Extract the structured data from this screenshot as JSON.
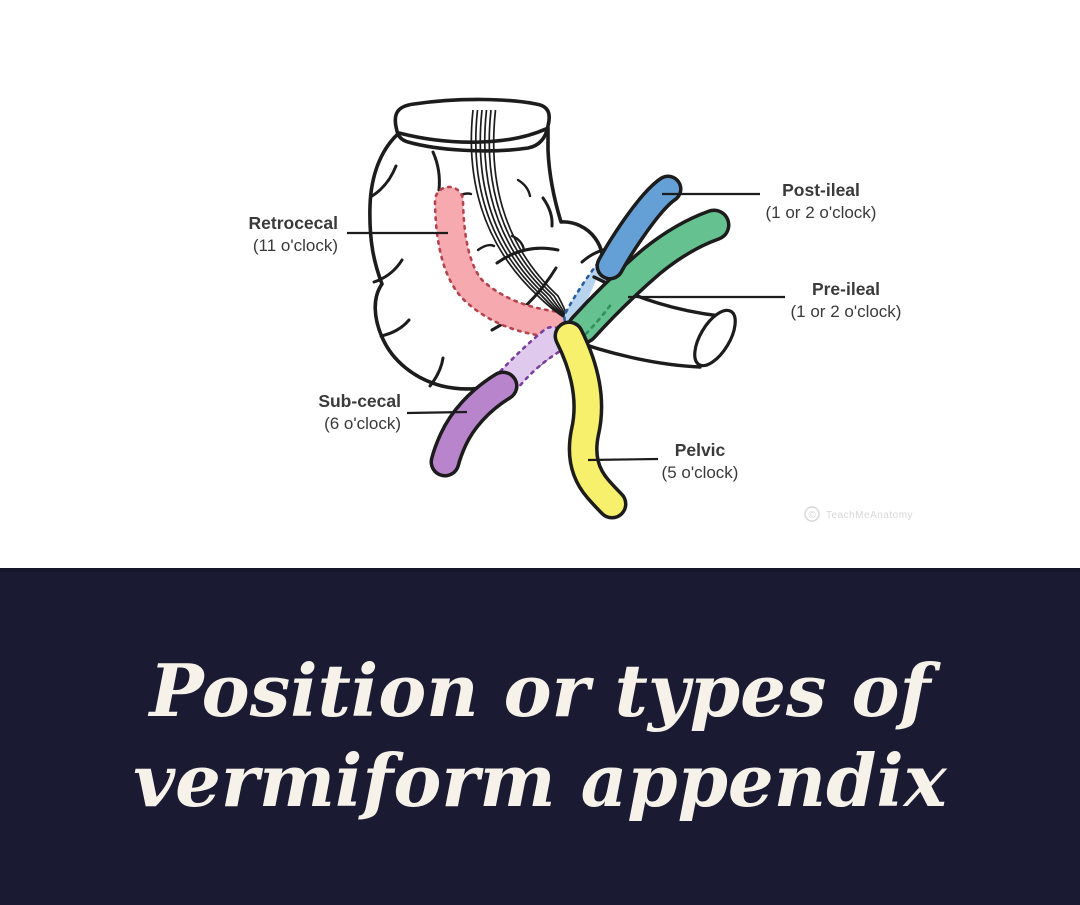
{
  "diagram": {
    "labels": {
      "retrocecal": {
        "name": "Retrocecal",
        "time": "(11 o'clock)"
      },
      "post_ileal": {
        "name": "Post-ileal",
        "time": "(1 or 2 o'clock)"
      },
      "pre_ileal": {
        "name": "Pre-ileal",
        "time": "(1 or 2 o'clock)"
      },
      "sub_cecal": {
        "name": "Sub-cecal",
        "time": "(6 o'clock)"
      },
      "pelvic": {
        "name": "Pelvic",
        "time": "(5 o'clock)"
      }
    },
    "colors": {
      "retrocecal_fill": "#f6a9ae",
      "retrocecal_dash": "#b5434e",
      "post_ileal_fill": "#64a0d6",
      "post_ileal_hidden_fill": "#b7d3ee",
      "post_ileal_dash": "#2a5d9f",
      "pre_ileal_fill": "#66c190",
      "pre_ileal_dash": "#2f8f5f",
      "sub_cecal_fill": "#b884cb",
      "sub_cecal_hidden_fill": "#dfc9ec",
      "sub_cecal_dash": "#7b3fa0",
      "pelvic_fill": "#f7f06d",
      "outline": "#1c1c1c",
      "label_text": "#3a3a3a"
    },
    "watermark": {
      "symbol": "©",
      "text": "TeachMeAnatomy"
    }
  },
  "banner": {
    "title_line1": "Position or types of",
    "title_line2": "vermiform appendix",
    "background": "#1a1a33",
    "text_color": "#f6f2e9"
  }
}
